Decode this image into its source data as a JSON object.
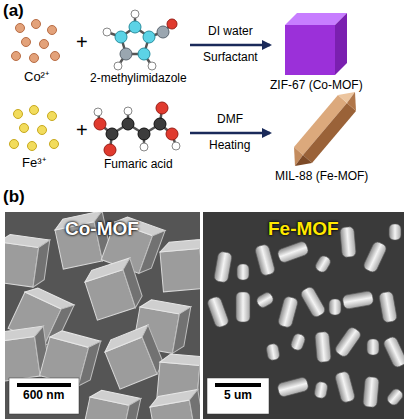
{
  "diagram": {
    "nodes": [
      {
        "text": [
          "Co-MOF",
          "600 nm"
        ]
      },
      {
        "text": [
          "Fe-MOF",
          "5 um"
        ]
      }
    ],
    "labels": [
      "(a)",
      "Co²⁺",
      "+",
      "2-methylimidazole",
      "DI water",
      "Surfactant",
      "ZIF-67 (Co-MOF)",
      "Fe³⁺",
      "+",
      "Fumaric acid",
      "DMF",
      "Heating",
      "MIL-88 (Fe-MOF)",
      "(b)"
    ]
  }
}
